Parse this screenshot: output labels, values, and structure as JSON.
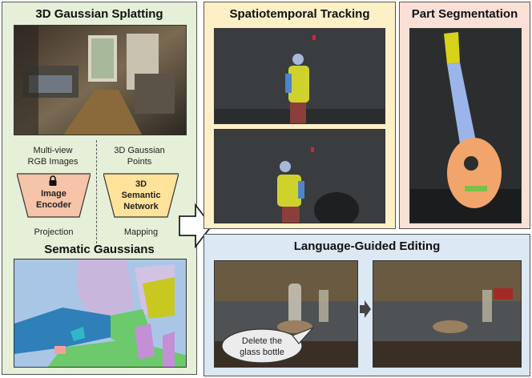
{
  "left_panel": {
    "title": "3D Gaussian Splatting",
    "label_multiview": "Multi-view\nRGB Images",
    "label_points": "3D Gaussian\nPoints",
    "encoder_label": "Image\nEncoder",
    "network_label": "3D\nSemantic\nNetwork",
    "label_projection": "Projection",
    "label_mapping": "Mapping",
    "bottom_title": "Sematic Gaussians"
  },
  "tracking_panel": {
    "title": "Spatiotemporal Tracking"
  },
  "segmentation_panel": {
    "title": "Part Segmentation"
  },
  "editing_panel": {
    "title": "Language-Guided Editing",
    "speech_bubble": "Delete the\nglass bottle"
  },
  "colors": {
    "left_bg": "#e6f0d8",
    "tracking_bg": "#fdf0c6",
    "segmentation_bg": "#fbe0d6",
    "editing_bg": "#dce8f4",
    "encoder_fill": "#f6c4a8",
    "network_fill": "#ffe39a"
  },
  "icons": [
    "lock-icon",
    "right-arrow-icon",
    "dashed-divider"
  ]
}
